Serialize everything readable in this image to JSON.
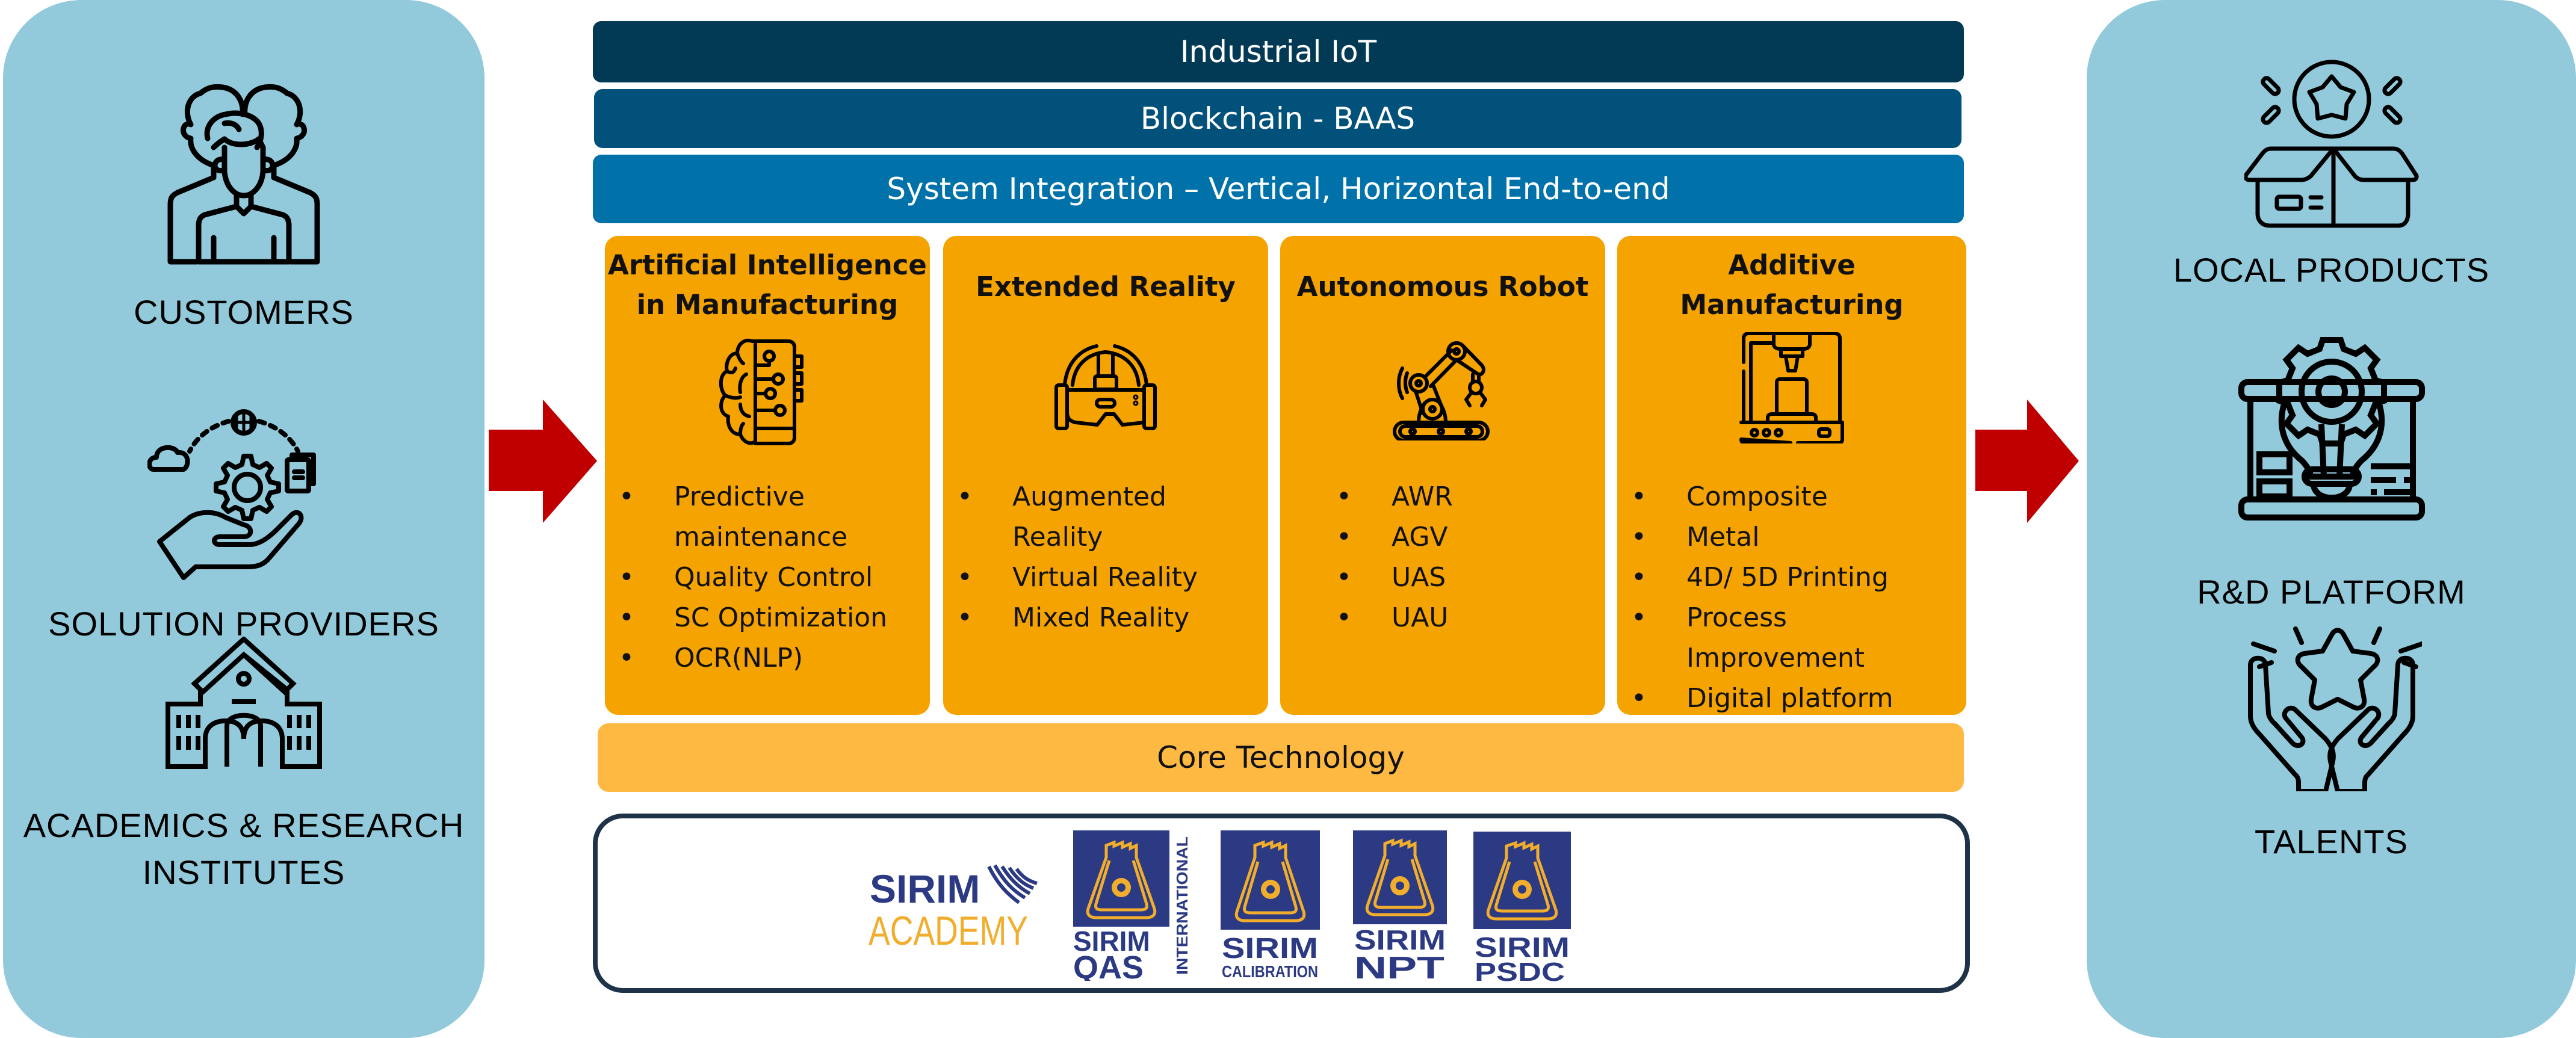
{
  "colors": {
    "side_panel": "#92cadb",
    "arrow": "#c00000",
    "band_iiot": "#023a56",
    "band_blockchain": "#02517a",
    "band_system_integration": "#0172a9",
    "pillar": "#f5a300",
    "core_technology": "#fdb942",
    "partner_border": "#1e3248",
    "sirim_blue": "#2b3a82",
    "sirim_gold": "#f1ad2c"
  },
  "inputs_panel": {
    "items": [
      {
        "label": "CUSTOMERS",
        "icon": "customers-icon"
      },
      {
        "label": "SOLUTION  PROVIDERS",
        "icon": "solution-providers-icon"
      },
      {
        "label": "ACADEMICS & RESEARCH\nINSTITUTES",
        "icon": "academic-building-icon"
      }
    ]
  },
  "outputs_panel": {
    "items": [
      {
        "label": "LOCAL PRODUCTS",
        "icon": "product-box-icon"
      },
      {
        "label": "R&D PLATFORM",
        "icon": "rd-platform-icon"
      },
      {
        "label": "TALENTS",
        "icon": "talent-hands-star-icon"
      }
    ]
  },
  "arrows": {
    "left": "arrow-right-icon",
    "right": "arrow-right-icon"
  },
  "bands": {
    "iiot": "Industrial IoT",
    "blockchain": "Blockchain - BAAS",
    "system_integration": "System Integration – Vertical, Horizontal End-to-end",
    "core_technology": "Core Technology"
  },
  "pillars": [
    {
      "title": "Artificial Intelligence\nin Manufacturing",
      "icon": "ai-brain-circuit-icon",
      "items": [
        "Predictive\nmaintenance",
        "Quality Control",
        "SC Optimization",
        "OCR(NLP)"
      ]
    },
    {
      "title": "Extended Reality",
      "icon": "vr-headset-icon",
      "items": [
        "Augmented\nReality",
        "Virtual Reality",
        "Mixed Reality"
      ]
    },
    {
      "title": "Autonomous Robot",
      "icon": "robot-arm-icon",
      "items": [
        "AWR",
        "AGV",
        "UAS",
        "UAU"
      ]
    },
    {
      "title": "Additive\nManufacturing",
      "icon": "3d-printer-icon",
      "items": [
        "Composite",
        "Metal",
        "4D/ 5D Printing",
        "Process\nImprovement",
        "Digital platform"
      ]
    }
  ],
  "partners": [
    {
      "name": "SIRIM ACADEMY",
      "line1": "SIRIM",
      "line2": "ACADEMY"
    },
    {
      "name": "SIRIM QAS INTERNATIONAL",
      "line1": "SIRIM",
      "line2": "QAS",
      "side": "INTERNATIONAL"
    },
    {
      "name": "SIRIM CALIBRATION",
      "line1": "SIRIM",
      "line2": "CALIBRATION"
    },
    {
      "name": "SIRIM NPT",
      "line1": "SIRIM",
      "line2": "NPT"
    },
    {
      "name": "SIRIM PSDC",
      "line1": "SIRIM",
      "line2": "PSDC"
    }
  ]
}
